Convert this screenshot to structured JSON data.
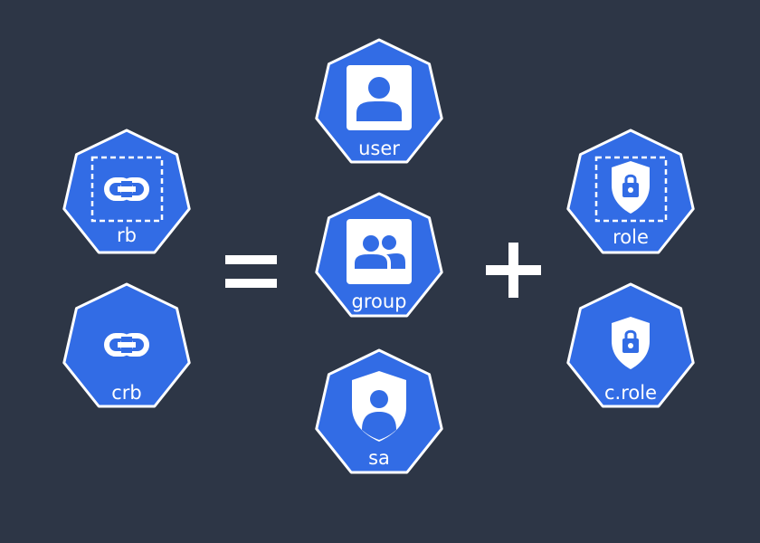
{
  "colors": {
    "background": "#2d3646",
    "node_fill": "#326ce5",
    "node_stroke": "#ffffff",
    "glyph": "#ffffff"
  },
  "nodes": {
    "rb": {
      "label": "rb",
      "icon": "link-icon",
      "dashed_frame": true
    },
    "crb": {
      "label": "crb",
      "icon": "link-icon",
      "dashed_frame": false
    },
    "user": {
      "label": "user",
      "icon": "user-icon"
    },
    "group": {
      "label": "group",
      "icon": "group-icon"
    },
    "sa": {
      "label": "sa",
      "icon": "service-account-icon"
    },
    "role": {
      "label": "role",
      "icon": "lock-shield-icon",
      "dashed_frame": true
    },
    "crole": {
      "label": "c.role",
      "icon": "lock-shield-icon",
      "dashed_frame": false
    }
  },
  "operators": {
    "equals": "equals-sign",
    "plus": "plus-sign"
  }
}
